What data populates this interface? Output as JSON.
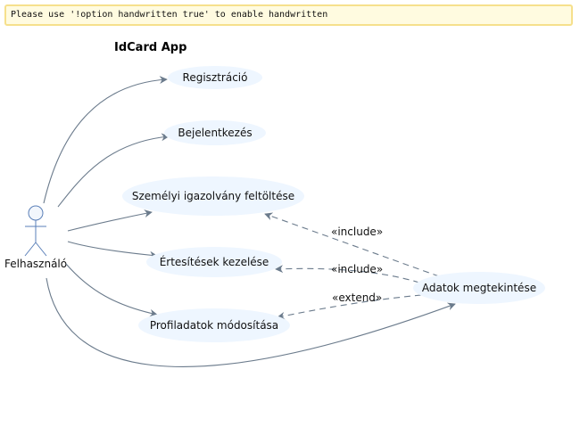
{
  "banner": {
    "text": "Please use '!option handwritten true' to enable handwritten"
  },
  "diagram": {
    "title": "IdCard App",
    "actor": {
      "name": "Felhasználó"
    },
    "use_cases": {
      "registration": "Regisztráció",
      "login": "Bejelentkezés",
      "id_upload": "Személyi igazolvány feltöltése",
      "notifications": "Értesítések kezelése",
      "profile_edit": "Profiladatok módosítása",
      "view_data": "Adatok megtekintése"
    },
    "relations": {
      "include_1": "«include»",
      "include_2": "«include»",
      "extend_1": "«extend»"
    }
  },
  "colors": {
    "banner_bg": "#fffbe0",
    "banner_border": "#f6e08c",
    "use_case_fill": "#eef6ff",
    "edge": "#6b7b8c",
    "actor_stroke": "#5a7fb8"
  }
}
